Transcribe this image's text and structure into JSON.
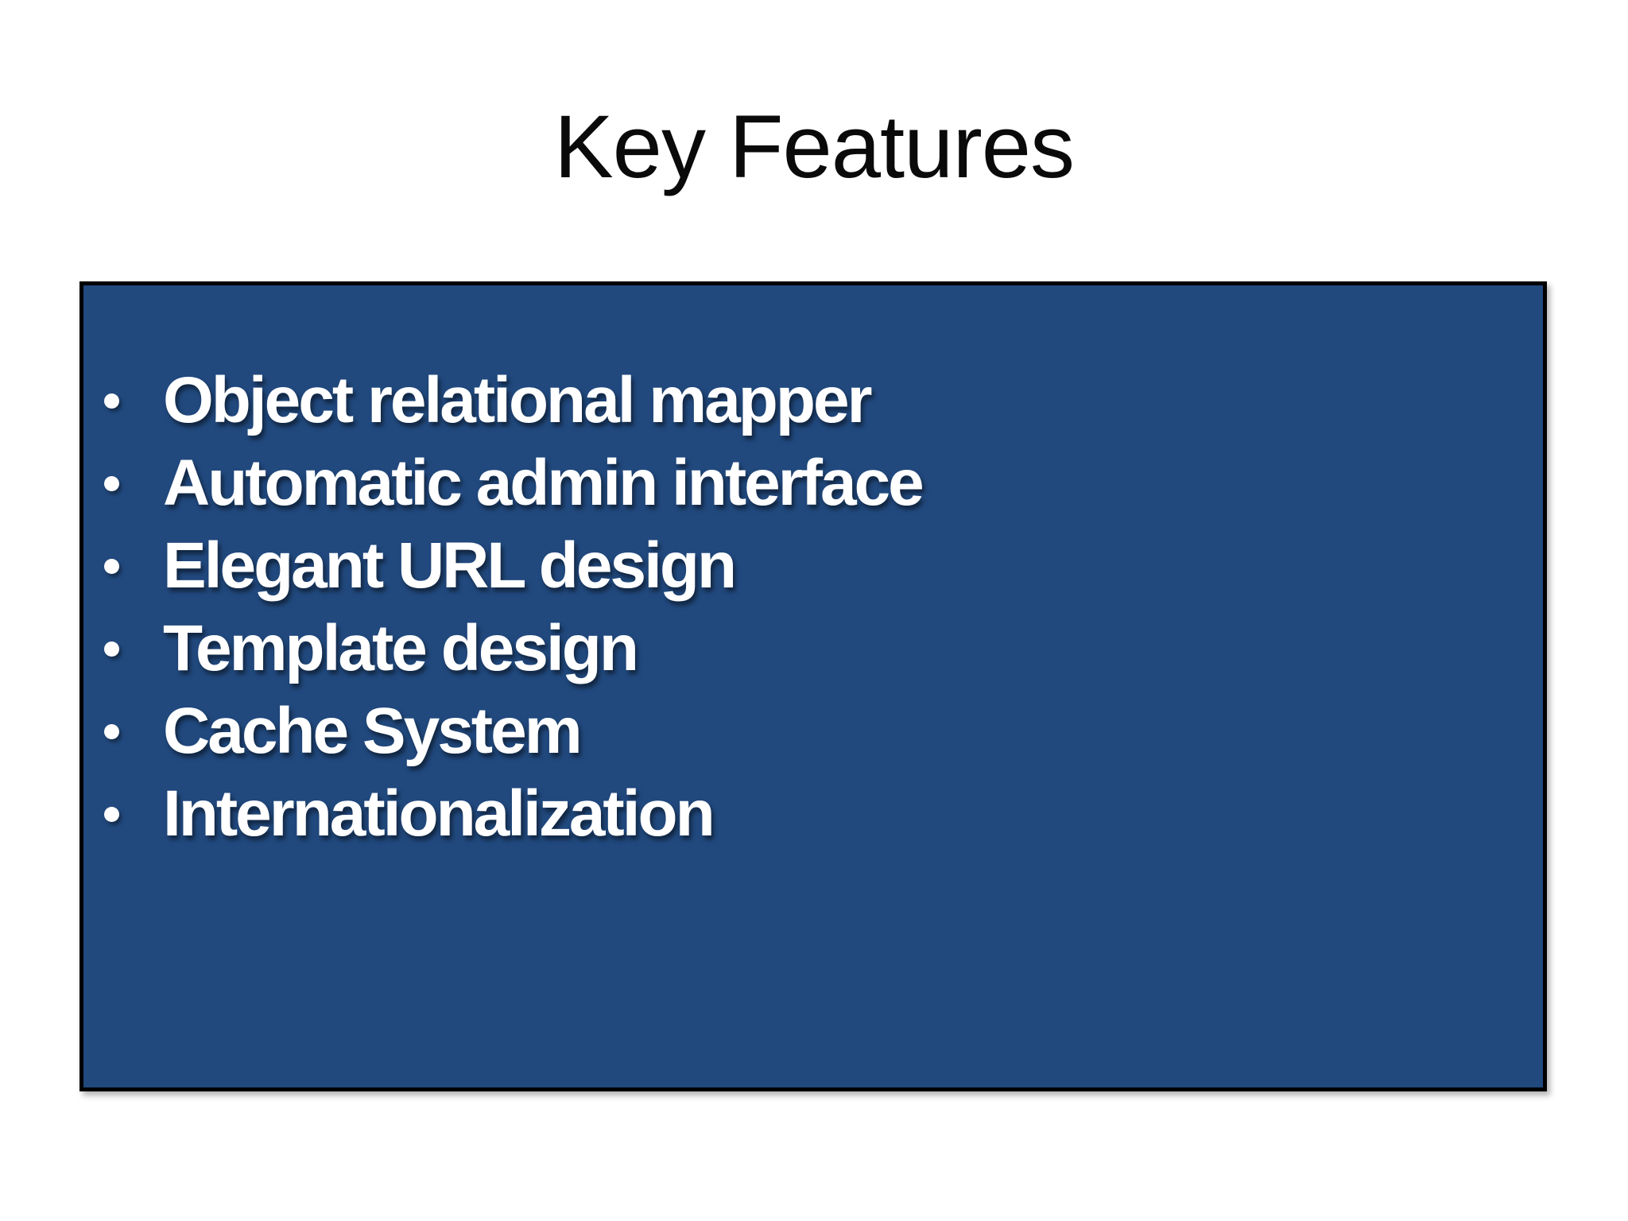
{
  "slide": {
    "title": "Key Features",
    "bullets": [
      "Object relational mapper",
      "Automatic admin interface",
      "Elegant URL design",
      "Template design",
      "Cache System",
      "Internationalization"
    ],
    "colors": {
      "box_background": "#21497E",
      "box_border": "#000000",
      "bullet_text": "#FFFFFF",
      "title_text": "#0A0A0A",
      "page_background": "#FFFFFF"
    }
  }
}
